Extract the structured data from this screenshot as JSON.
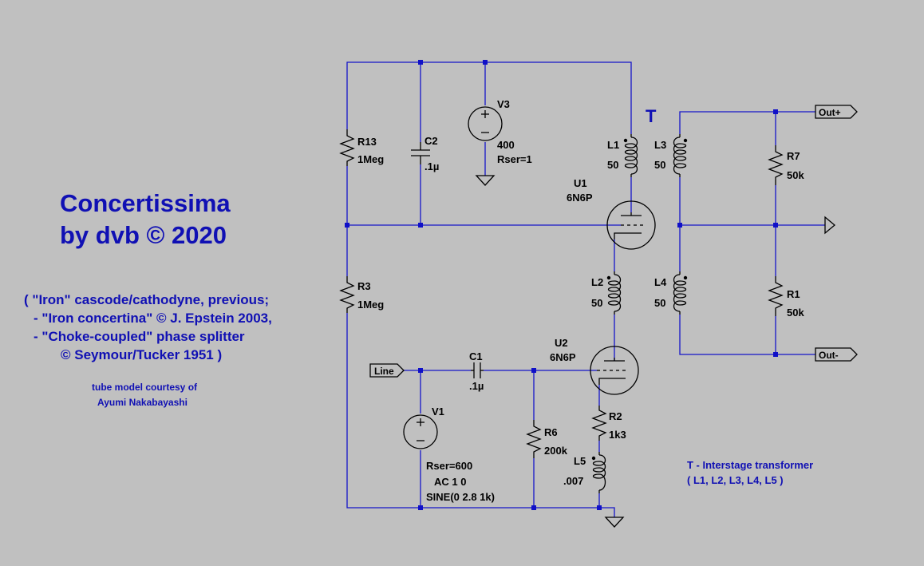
{
  "title": {
    "line1": "Concertissima",
    "line2": "by dvb © 2020"
  },
  "notes": {
    "history": [
      "( \"Iron\" cascode/cathodyne, previous;",
      "- \"Iron concertina\" © J. Epstein 2003,",
      "- \"Choke-coupled\" phase splitter",
      "© Seymour/Tucker 1951 )"
    ],
    "credit": [
      "tube model courtesy of",
      "Ayumi Nakabayashi"
    ],
    "transformer": [
      "T - Interstage transformer",
      "( L1, L2, L3, L4, L5 )"
    ],
    "transformer_mark": "T"
  },
  "components": {
    "R13": {
      "name": "R13",
      "value": "1Meg"
    },
    "C2": {
      "name": "C2",
      "value": ".1µ"
    },
    "V3": {
      "name": "V3",
      "value": "400",
      "extra": "Rser=1"
    },
    "L1": {
      "name": "L1",
      "value": "50"
    },
    "U1": {
      "name": "U1",
      "value": "6N6P"
    },
    "R3": {
      "name": "R3",
      "value": "1Meg"
    },
    "L2": {
      "name": "L2",
      "value": "50"
    },
    "U2": {
      "name": "U2",
      "value": "6N6P"
    },
    "C1": {
      "name": "C1",
      "value": ".1µ"
    },
    "V1": {
      "name": "V1",
      "rser": "Rser=600",
      "ac": "AC 1 0",
      "sine": "SINE(0 2.8 1k)"
    },
    "R6": {
      "name": "R6",
      "value": "200k"
    },
    "R2": {
      "name": "R2",
      "value": "1k3"
    },
    "L5": {
      "name": "L5",
      "value": ".007"
    },
    "L3": {
      "name": "L3",
      "value": "50"
    },
    "L4": {
      "name": "L4",
      "value": "50"
    },
    "R7": {
      "name": "R7",
      "value": "50k"
    },
    "R1": {
      "name": "R1",
      "value": "50k"
    }
  },
  "ports": {
    "line": "Line",
    "out_plus": "Out+",
    "out_minus": "Out-"
  },
  "colors": {
    "background": "#c0c0c0",
    "wire": "#1515c8",
    "note_text": "#1010b4",
    "component": "#000000"
  }
}
